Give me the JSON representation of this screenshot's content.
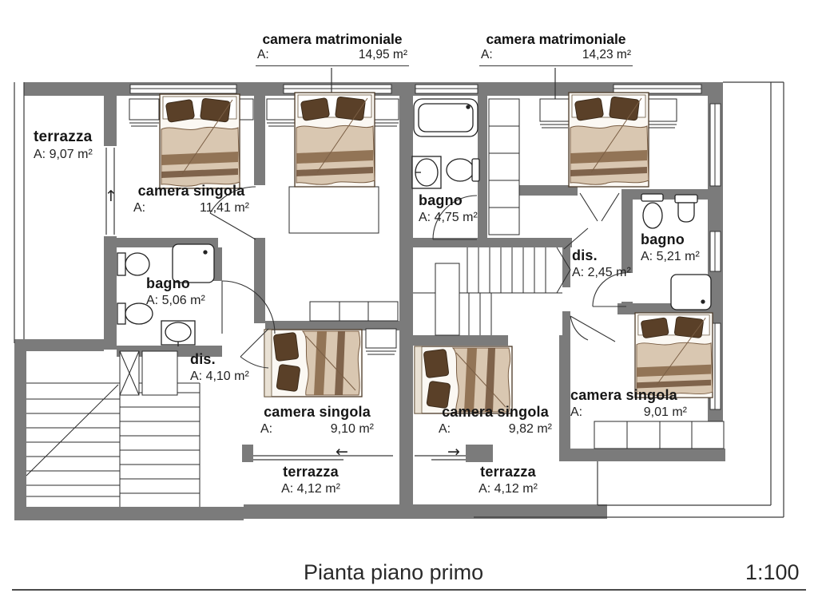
{
  "document": {
    "title": "Pianta piano primo",
    "scale": "1:100"
  },
  "callouts": [
    {
      "name": "camera matrimoniale",
      "area_label": "A:",
      "area_value": "14,95 m²"
    },
    {
      "name": "camera matrimoniale",
      "area_label": "A:",
      "area_value": "14,23 m²"
    }
  ],
  "rooms": [
    {
      "id": "terrazza-ovest",
      "name": "terrazza",
      "area": "A: 9,07 m²"
    },
    {
      "id": "camera-singola-nord",
      "name": "camera singola",
      "area_label": "A:",
      "area_value": "11,41 m²"
    },
    {
      "id": "bagno-ovest",
      "name": "bagno",
      "area": "A: 5,06 m²"
    },
    {
      "id": "dis-ovest",
      "name": "dis.",
      "area": "A: 4,10 m²"
    },
    {
      "id": "bagno-centro",
      "name": "bagno",
      "area": "A: 4,75 m²"
    },
    {
      "id": "dis-est",
      "name": "dis.",
      "area": "A: 2,45 m²"
    },
    {
      "id": "bagno-est",
      "name": "bagno",
      "area": "A: 5,21 m²"
    },
    {
      "id": "camera-singola-so",
      "name": "camera singola",
      "area_label": "A:",
      "area_value": "9,10 m²"
    },
    {
      "id": "camera-singola-sud",
      "name": "camera singola",
      "area_label": "A:",
      "area_value": "9,82 m²"
    },
    {
      "id": "camera-singola-est",
      "name": "camera singola",
      "area_label": "A:",
      "area_value": "9,01 m²"
    },
    {
      "id": "terrazza-sud-ovest",
      "name": "terrazza",
      "area": "A: 4,12 m²"
    },
    {
      "id": "terrazza-sud-est",
      "name": "terrazza",
      "area": "A: 4,12 m²"
    }
  ],
  "arrows": {
    "up": "↑",
    "left": "←",
    "right": "→"
  }
}
